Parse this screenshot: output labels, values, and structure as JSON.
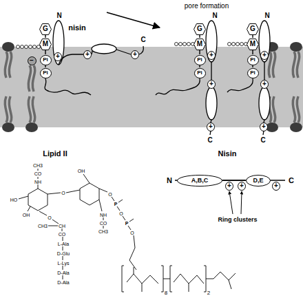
{
  "diagram": {
    "nodes": [
      {
        "text": [
          "G"
        ]
      },
      {
        "text": [
          "M"
        ]
      },
      {
        "text": [
          "Pi"
        ]
      },
      {
        "text": [
          "Pi"
        ]
      },
      {
        "text": [
          "+"
        ]
      },
      {
        "text": [
          "+"
        ]
      },
      {
        "text": [
          "+"
        ]
      },
      {
        "text": [
          "−"
        ]
      },
      {
        "text": [
          "G"
        ]
      },
      {
        "text": [
          "M"
        ]
      },
      {
        "text": [
          "Pi"
        ]
      },
      {
        "text": [
          "Pi"
        ]
      },
      {
        "text": [
          "+"
        ]
      },
      {
        "text": [
          "+"
        ]
      },
      {
        "text": [
          "+"
        ]
      },
      {
        "text": [
          "G"
        ]
      },
      {
        "text": [
          "M"
        ]
      },
      {
        "text": [
          "Pi"
        ]
      },
      {
        "text": [
          "Pi"
        ]
      },
      {
        "text": [
          "+"
        ]
      },
      {
        "text": [
          "+"
        ]
      },
      {
        "text": [
          "+"
        ]
      },
      {
        "text": [
          "A,B,C"
        ]
      },
      {
        "text": [
          "D,E"
        ]
      },
      {
        "text": [
          "+"
        ]
      },
      {
        "text": [
          "+"
        ]
      },
      {
        "text": [
          "+"
        ]
      }
    ],
    "edges": [
      {
        "from": 0,
        "to": 1,
        "arrow": "none"
      },
      {
        "from": 1,
        "to": 2,
        "arrow": "none"
      },
      {
        "from": 2,
        "to": 3,
        "arrow": "none"
      },
      {
        "from": 8,
        "to": 9,
        "arrow": "none"
      },
      {
        "from": 9,
        "to": 10,
        "arrow": "none"
      },
      {
        "from": 10,
        "to": 11,
        "arrow": "none"
      },
      {
        "from": 15,
        "to": 16,
        "arrow": "none"
      },
      {
        "from": 16,
        "to": 17,
        "arrow": "none"
      },
      {
        "from": 17,
        "to": 18,
        "arrow": "none"
      },
      {
        "from": 22,
        "to": 23,
        "arrow": "none"
      }
    ],
    "labels": [
      "pore formation",
      "nisin",
      "N",
      "C",
      "N",
      "C",
      "N",
      "C",
      "Lipid II",
      "Nisin",
      "N",
      "C",
      "Ring clusters",
      "CH3",
      "CO",
      "NH",
      "HO",
      "OH",
      "O",
      "OH",
      "O",
      "CH",
      "CH3",
      "CO",
      "L-Ala",
      "D-Glu",
      "L-Lys",
      "D-Ala",
      "D-Ala",
      "NH",
      "CO",
      "CH3",
      "O",
      "P",
      "O",
      "P",
      "O",
      "8",
      "2"
    ]
  }
}
